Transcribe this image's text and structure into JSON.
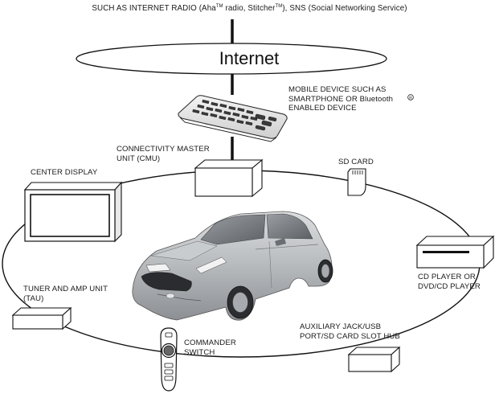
{
  "header": {
    "pre": "SUCH AS INTERNET RADIO (Aha",
    "tm1": "TM",
    "mid": " radio, Stitcher",
    "tm2": "TM",
    "post": "), SNS (Social Networking Service)"
  },
  "network": {
    "internet_label": "Internet"
  },
  "components": {
    "mobile_device": {
      "line1": "MOBILE DEVICE SUCH AS",
      "line2": "SMARTPHONE OR Bluetooth",
      "line3": "ENABLED DEVICE"
    },
    "cmu": {
      "line1": "CONNECTIVITY MASTER",
      "line2": "UNIT (CMU)"
    },
    "sd_card": {
      "line1": "SD CARD"
    },
    "center_display": {
      "line1": "CENTER DISPLAY"
    },
    "cd_player": {
      "line1": "CD PLAYER OR",
      "line2": "DVD/CD PLAYER"
    },
    "tau": {
      "line1": "TUNER AND AMP UNIT",
      "line2": "(TAU)"
    },
    "commander": {
      "line1": "COMMANDER",
      "line2": "SWITCH"
    },
    "aux_hub": {
      "line1": "AUXILIARY JACK/USB",
      "line2": "PORT/SD CARD SLOT HUB"
    }
  },
  "colors": {
    "line": "#111111",
    "fill": "#ffffff",
    "car_body": "#b9bcbf"
  }
}
